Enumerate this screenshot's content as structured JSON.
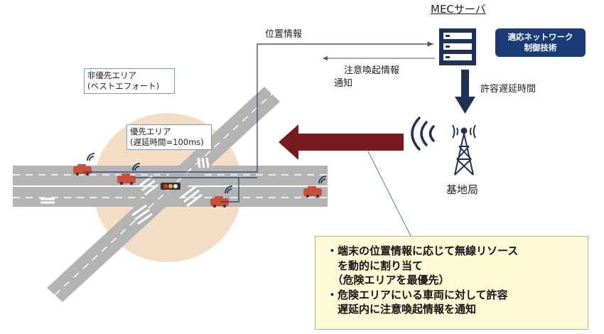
{
  "server": {
    "title": "MECサーバ",
    "badge_line1": "適応ネットワーク",
    "badge_line2": "制御技術"
  },
  "flows": {
    "position_info": "位置情報",
    "alert_line1": "注意喚起情報",
    "alert_line2": "通知",
    "allowed_delay": "許容遅延時間"
  },
  "station": {
    "label": "基地局"
  },
  "areas": {
    "non_priority_line1": "非優先エリア",
    "non_priority_line2": "(ベストエフォート)",
    "priority_line1": "優先エリア",
    "priority_line2": "(遅延時間=100ms)"
  },
  "note": {
    "lines": [
      "・端末の位置情報に応じて無線リソース",
      "　を動的に割り当て",
      "　（危険エリアを最優先）",
      "・危険エリアにいる車両に対して許容",
      "　遅延内に注意喚起情報を通知"
    ]
  },
  "colors": {
    "road": "#b3b3b3",
    "priority_circle": "#f3d9bf",
    "car": "#c8503a",
    "big_arrow": "#7a1a1f",
    "down_arrow": "#1e3258",
    "badge": "#1c3a75",
    "note_bg": "#fdfbd6"
  }
}
